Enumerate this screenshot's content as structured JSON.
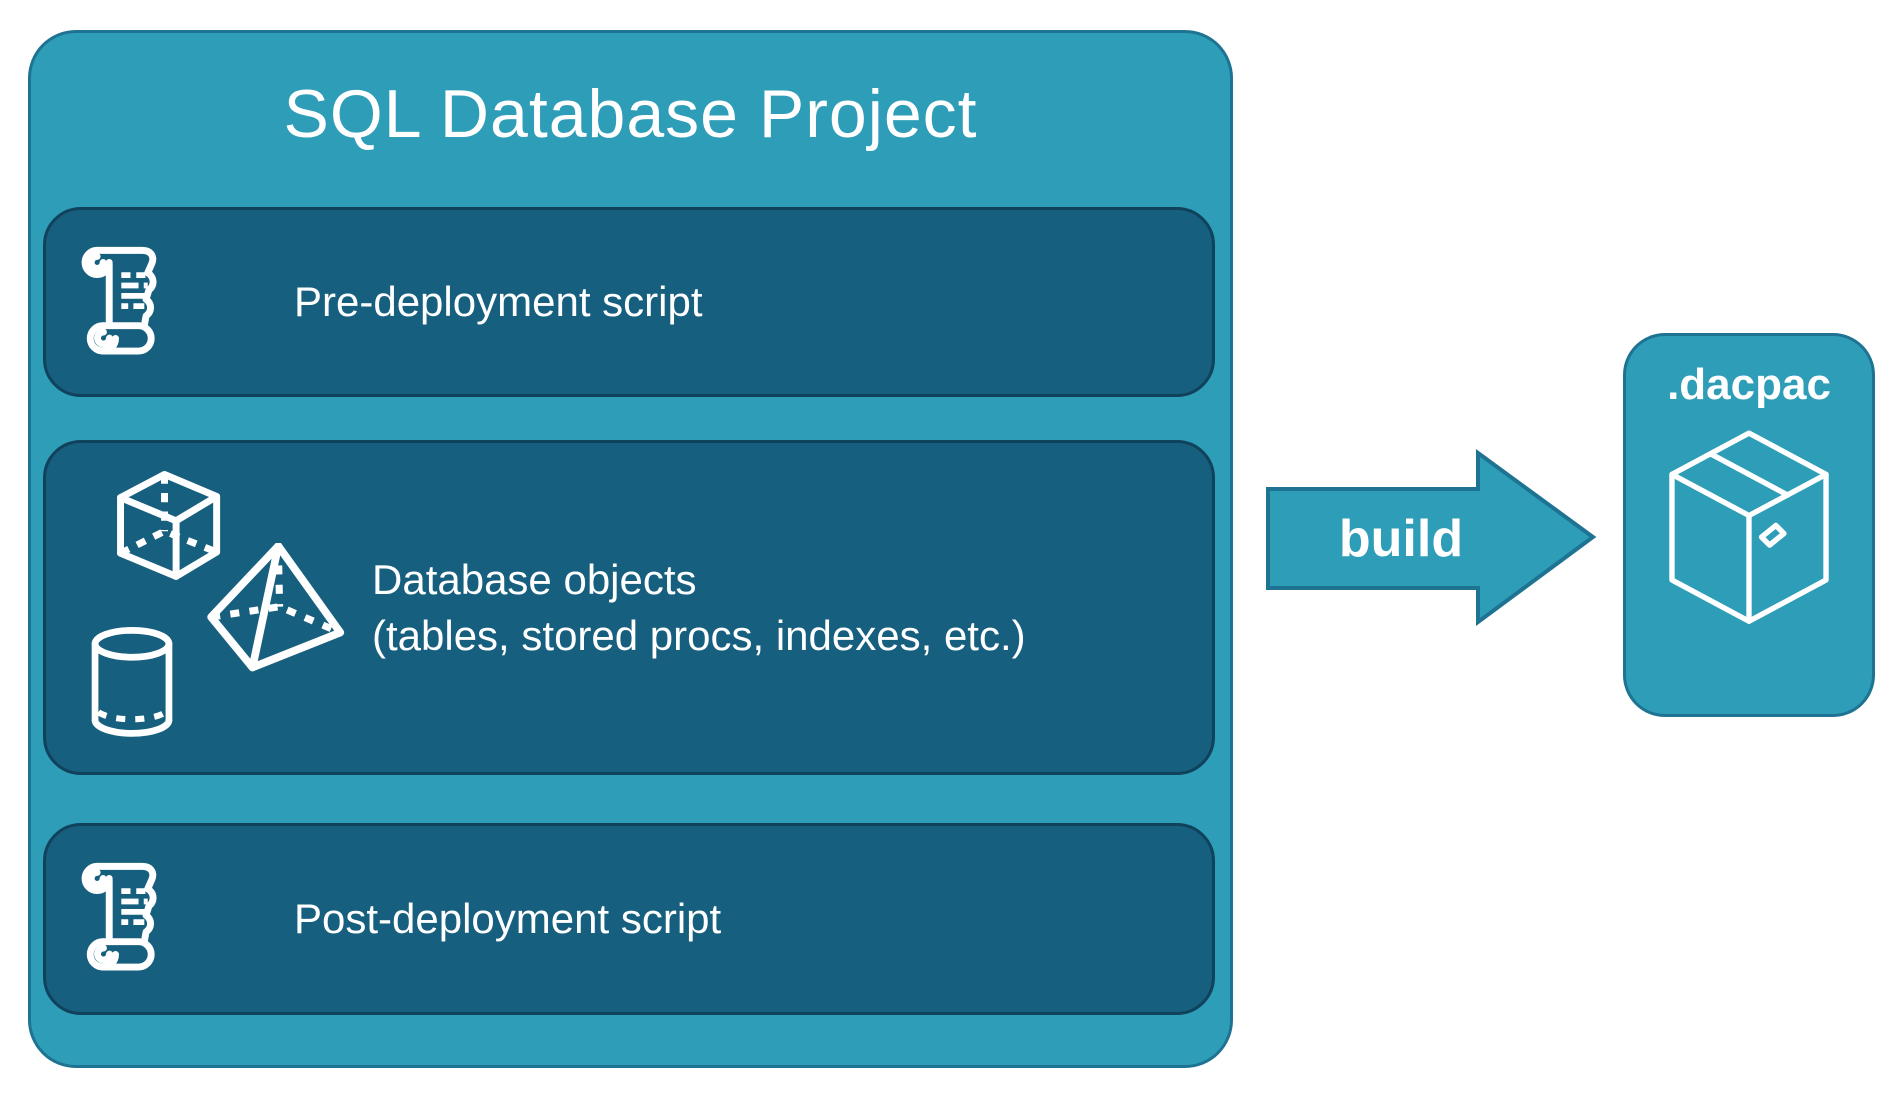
{
  "colors": {
    "teal": "#2e9db8",
    "teal_dark": "#1d7391",
    "panel": "#175f7e",
    "panel_border": "#11425c",
    "text": "#ffffff",
    "background": "#ffffff"
  },
  "project_box": {
    "title": "SQL Database Project",
    "sections": [
      {
        "id": "pre-deployment",
        "label": "Pre-deployment script",
        "icon": "scroll-icon"
      },
      {
        "id": "database-objects",
        "label_line1": "Database objects",
        "label_line2": "(tables, stored procs, indexes, etc.)",
        "icons": [
          "cube-icon",
          "pyramid-icon",
          "cylinder-icon"
        ]
      },
      {
        "id": "post-deployment",
        "label": "Post-deployment script",
        "icon": "scroll-icon"
      }
    ]
  },
  "arrow": {
    "label": "build",
    "direction": "right"
  },
  "artifact": {
    "label": ".dacpac",
    "icon": "package-icon"
  }
}
